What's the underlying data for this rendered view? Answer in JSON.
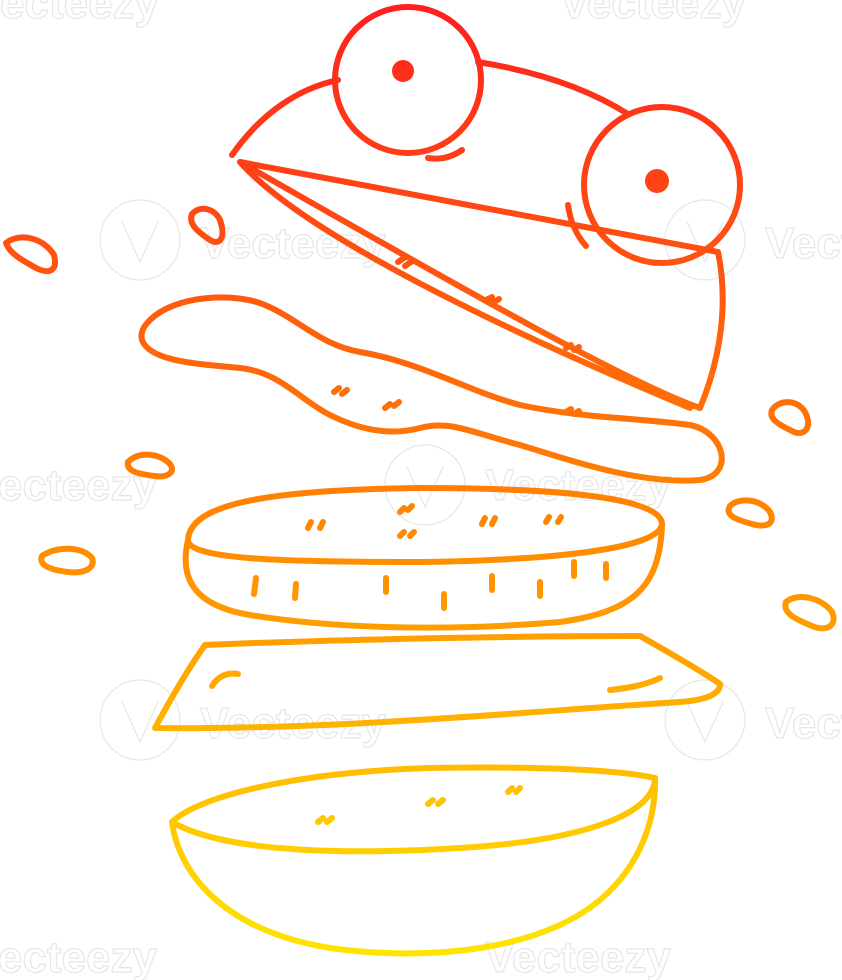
{
  "illustration": {
    "subject": "cartoon burger flying apart",
    "gradient": {
      "top_color": "#ff1f1f",
      "mid_color": "#ff8a00",
      "bottom_color": "#ffea00"
    }
  },
  "watermark": {
    "text": "Vecteezy",
    "partial_left": "ecteezy",
    "partial_top_left": "ecteezy",
    "icon": "vecteezy-v-logo-icon",
    "color": "#dcdcdc"
  }
}
